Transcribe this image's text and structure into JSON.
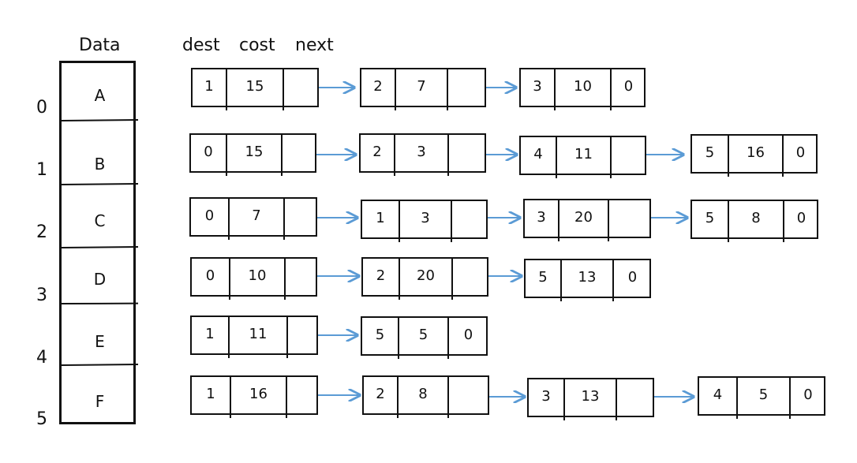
{
  "headers": {
    "data": "Data",
    "dest": "dest",
    "cost": "cost",
    "next": "next"
  },
  "indices": [
    "0",
    "1",
    "2",
    "3",
    "4",
    "5"
  ],
  "vertices": [
    "A",
    "B",
    "C",
    "D",
    "E",
    "F"
  ],
  "rows": [
    {
      "nodes": [
        {
          "dest": "1",
          "cost": "15",
          "next": ""
        },
        {
          "dest": "2",
          "cost": "7",
          "next": ""
        },
        {
          "dest": "3",
          "cost": "10",
          "next": "0"
        }
      ]
    },
    {
      "nodes": [
        {
          "dest": "0",
          "cost": "15",
          "next": ""
        },
        {
          "dest": "2",
          "cost": "3",
          "next": ""
        },
        {
          "dest": "4",
          "cost": "11",
          "next": ""
        },
        {
          "dest": "5",
          "cost": "16",
          "next": "0"
        }
      ]
    },
    {
      "nodes": [
        {
          "dest": "0",
          "cost": "7",
          "next": ""
        },
        {
          "dest": "1",
          "cost": "3",
          "next": ""
        },
        {
          "dest": "3",
          "cost": "20",
          "next": ""
        },
        {
          "dest": "5",
          "cost": "8",
          "next": "0"
        }
      ]
    },
    {
      "nodes": [
        {
          "dest": "0",
          "cost": "10",
          "next": ""
        },
        {
          "dest": "2",
          "cost": "20",
          "next": ""
        },
        {
          "dest": "5",
          "cost": "13",
          "next": "0"
        }
      ]
    },
    {
      "nodes": [
        {
          "dest": "1",
          "cost": "11",
          "next": ""
        },
        {
          "dest": "5",
          "cost": "5",
          "next": "0"
        }
      ]
    },
    {
      "nodes": [
        {
          "dest": "1",
          "cost": "16",
          "next": ""
        },
        {
          "dest": "2",
          "cost": "8",
          "next": ""
        },
        {
          "dest": "3",
          "cost": "13",
          "next": ""
        },
        {
          "dest": "4",
          "cost": "5",
          "next": "0"
        }
      ]
    }
  ],
  "colors": {
    "stroke": "#111111",
    "arrow": "#5b9bd5",
    "background": "#ffffff"
  }
}
